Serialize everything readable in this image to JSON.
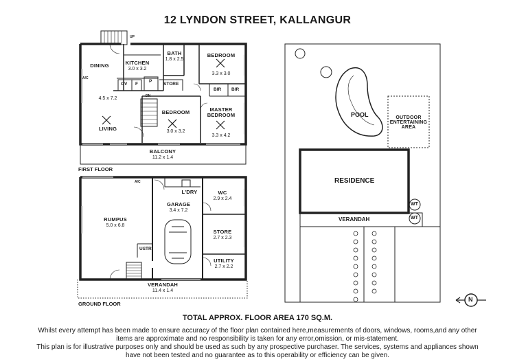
{
  "title": "12 LYNDON STREET, KALLANGUR",
  "first_floor": {
    "label": "FIRST FLOOR",
    "rooms": {
      "dining": {
        "name": "DINING"
      },
      "kitchen": {
        "name": "KITCHEN",
        "dims": "3.0 x 3.2"
      },
      "bath": {
        "name": "BATH",
        "dims": "1.8 x 2.5"
      },
      "bedroom1": {
        "name": "BEDROOM",
        "dims": "3.3 x 3.0"
      },
      "living": {
        "name": "LIVING",
        "dims": "4.5 x 7.2"
      },
      "bedroom2": {
        "name": "BEDROOM",
        "dims": "3.0 x 3.2"
      },
      "master": {
        "name": "MASTER",
        "name2": "BEDROOM",
        "dims": "3.3 x 4.2"
      },
      "balcony": {
        "name": "BALCONY",
        "dims": "11.2 x 1.4"
      }
    },
    "labels": {
      "store": "STORE",
      "bir1": "BIR",
      "bir2": "BIR",
      "ov": "OV",
      "f": "F",
      "p": "P",
      "up": "UP",
      "dn": "DN",
      "ac": "A/C"
    }
  },
  "ground_floor": {
    "label": "GROUND FLOOR",
    "rooms": {
      "rumpus": {
        "name": "RUMPUS",
        "dims": "5.0 x 6.8"
      },
      "garage": {
        "name": "GARAGE",
        "dims": "3.4 x 7.2"
      },
      "ldry": {
        "name": "L'DRY"
      },
      "wc": {
        "name": "WC",
        "dims": "2.9 x 2.4"
      },
      "store": {
        "name": "STORE",
        "dims": "2.7 x 2.3"
      },
      "utility": {
        "name": "UTILITY",
        "dims": "2.7 x 2.2"
      },
      "verandah": {
        "name": "VERANDAH",
        "dims": "11.4 x 1.4"
      }
    },
    "labels": {
      "ustr": "USTR",
      "ac": "A/C"
    }
  },
  "site": {
    "pool": "POOL",
    "outdoor1": "OUTDOOR",
    "outdoor2": "ENTERTAINING",
    "outdoor3": "AREA",
    "residence": "RESIDENCE",
    "verandah": "VERANDAH",
    "wt1": "WT",
    "wt2": "WT",
    "north": "N"
  },
  "total_area": "TOTAL APPROX. FLOOR AREA 170 SQ.M.",
  "disclaimer": [
    "Whilst every attempt has been made to ensure accuracy of the floor plan contained here,measurements of doors, windows, rooms,and any other",
    "items are approximate  and no responsibility is taken for any error,omission, or mis-statement.",
    "This plan is for illustrative purposes only and should be used as such by any prospective purchaser. The services, systems and appliances shown",
    "have not been tested and no guarantee as to this operability or efficiency can be given."
  ]
}
